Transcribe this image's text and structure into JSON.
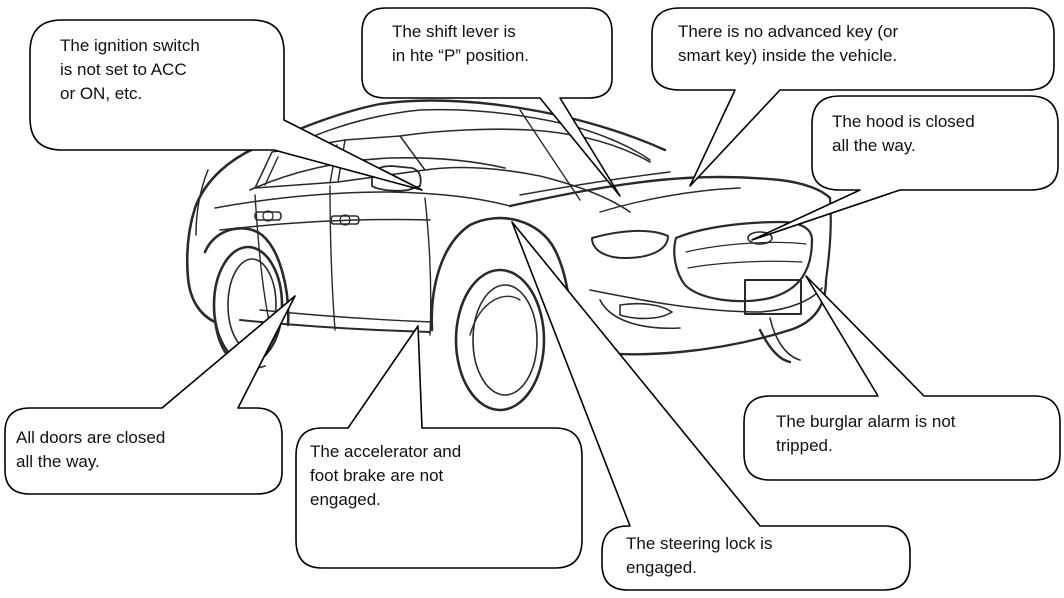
{
  "callouts": {
    "ignition": "The ignition switch\nis not set to ACC\nor ON, etc.",
    "shift": "The shift lever is\nin  hte “P” position.",
    "key": "There is no advanced key (or\nsmart key) inside the vehicle.",
    "hood": "The hood is closed\nall the way.",
    "doors": "All doors are closed\nall the way.",
    "pedals": "The accelerator and\nfoot brake are not\nengaged.",
    "steering": "The steering lock is\nengaged.",
    "alarm": "The burglar alarm is not\ntripped."
  }
}
